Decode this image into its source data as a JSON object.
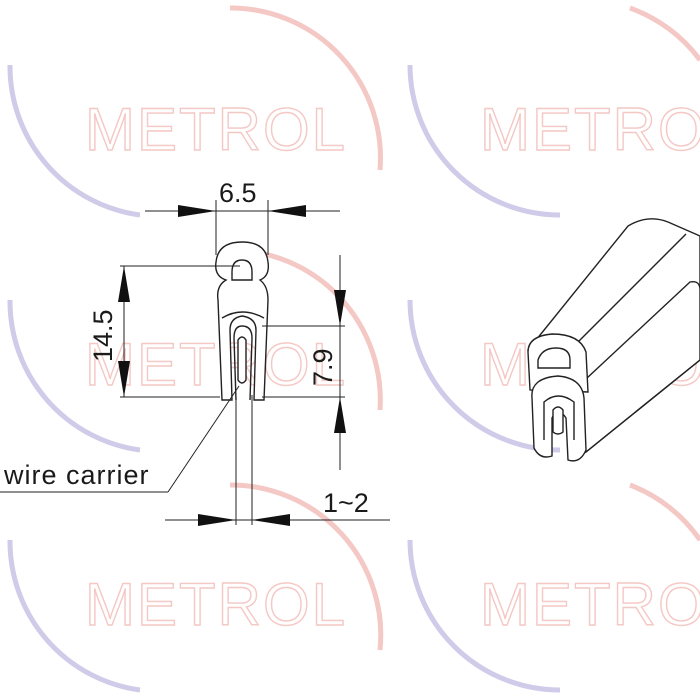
{
  "watermark": {
    "text": "METROL",
    "arc_blue": "#cfcbe8",
    "arc_red": "#f4c8c4"
  },
  "dimensions": {
    "width": "6.5",
    "height": "14.5",
    "inner_height": "7.9",
    "grip_range": "1~2"
  },
  "labels": {
    "wire_carrier": "wire carrier"
  },
  "icons": {
    "profile_section": "edge-trim-cross-section",
    "profile_3d": "edge-trim-3d-view"
  }
}
